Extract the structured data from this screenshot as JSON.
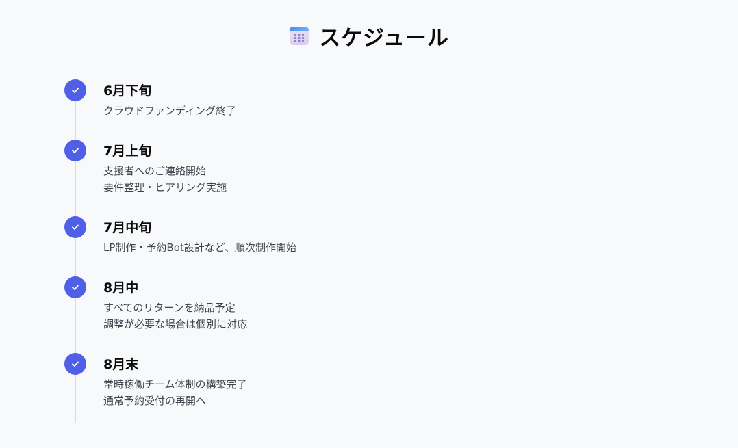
{
  "header": {
    "icon": "calendar-icon",
    "title": "スケジュール"
  },
  "colors": {
    "background": "#f8f9fb",
    "accent": "#5060e6",
    "rail": "#d8dbe2",
    "text": "#0b0b0b",
    "muted": "#3f444d"
  },
  "timeline": {
    "items": [
      {
        "status": "completed",
        "icon": "check-icon",
        "title": "6月下旬",
        "lines": [
          "クラウドファンディング終了"
        ]
      },
      {
        "status": "completed",
        "icon": "check-icon",
        "title": "7月上旬",
        "lines": [
          "支援者へのご連絡開始",
          "要件整理・ヒアリング実施"
        ]
      },
      {
        "status": "completed",
        "icon": "check-icon",
        "title": "7月中旬",
        "lines": [
          "LP制作・予約Bot設計など、順次制作開始"
        ]
      },
      {
        "status": "completed",
        "icon": "check-icon",
        "title": "8月中",
        "lines": [
          "すべてのリターンを納品予定",
          "調整が必要な場合は個別に対応"
        ]
      },
      {
        "status": "completed",
        "icon": "check-icon",
        "title": "8月末",
        "lines": [
          "常時稼働チーム体制の構築完了",
          "通常予約受付の再開へ"
        ]
      }
    ]
  }
}
